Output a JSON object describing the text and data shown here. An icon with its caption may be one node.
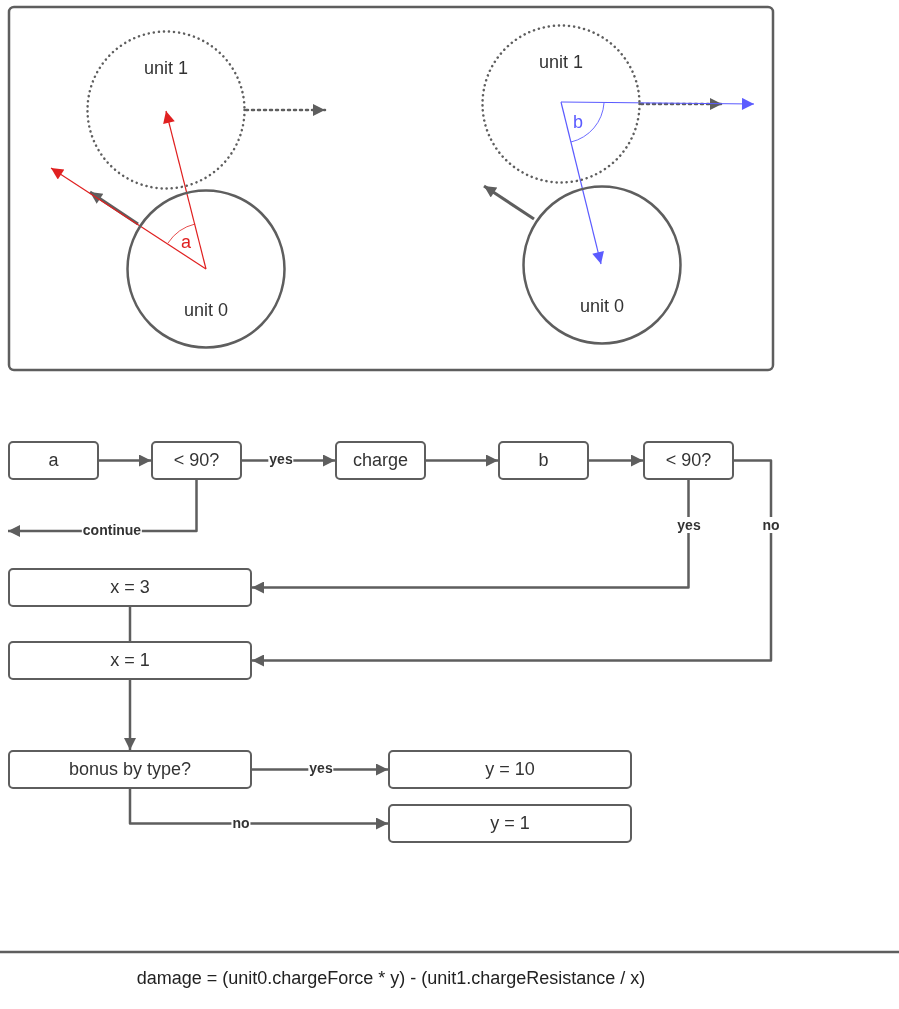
{
  "diagram": {
    "caption": "damage = (unit0.chargeForce * y) - (unit1.chargeResistance / x)",
    "nodes": [
      {
        "text": [
          "unit 1"
        ]
      },
      {
        "text": [
          "unit 0"
        ]
      },
      {
        "text": [
          "unit 1"
        ]
      },
      {
        "text": [
          "unit 0"
        ]
      },
      {
        "text": [
          "a"
        ]
      },
      {
        "text": [
          "< 90?"
        ]
      },
      {
        "text": [
          "charge"
        ]
      },
      {
        "text": [
          "b"
        ]
      },
      {
        "text": [
          "< 90?"
        ]
      },
      {
        "text": [
          "x = 3"
        ]
      },
      {
        "text": [
          "x = 1"
        ]
      },
      {
        "text": [
          "bonus by type?"
        ]
      },
      {
        "text": [
          "y = 10"
        ]
      },
      {
        "text": [
          "y = 1"
        ]
      }
    ],
    "edges": [
      {
        "from": 4,
        "to": 5,
        "arrow": "to"
      },
      {
        "from": 5,
        "to": 6,
        "arrow": "to",
        "label": "yes"
      },
      {
        "from": 6,
        "to": 7,
        "arrow": "to"
      },
      {
        "from": 7,
        "to": 8,
        "arrow": "to"
      },
      {
        "from": 5,
        "to": null,
        "arrow": "to",
        "label": "continue"
      },
      {
        "from": 8,
        "to": 9,
        "arrow": "to",
        "label": "yes"
      },
      {
        "from": 8,
        "to": 10,
        "arrow": "to",
        "label": "no"
      },
      {
        "from": 9,
        "to": 10,
        "arrow": "none"
      },
      {
        "from": 10,
        "to": 11,
        "arrow": "to"
      },
      {
        "from": 11,
        "to": 12,
        "arrow": "to",
        "label": "yes"
      },
      {
        "from": 11,
        "to": 13,
        "arrow": "to",
        "label": "no"
      }
    ],
    "labels": [
      "a",
      "b"
    ]
  }
}
